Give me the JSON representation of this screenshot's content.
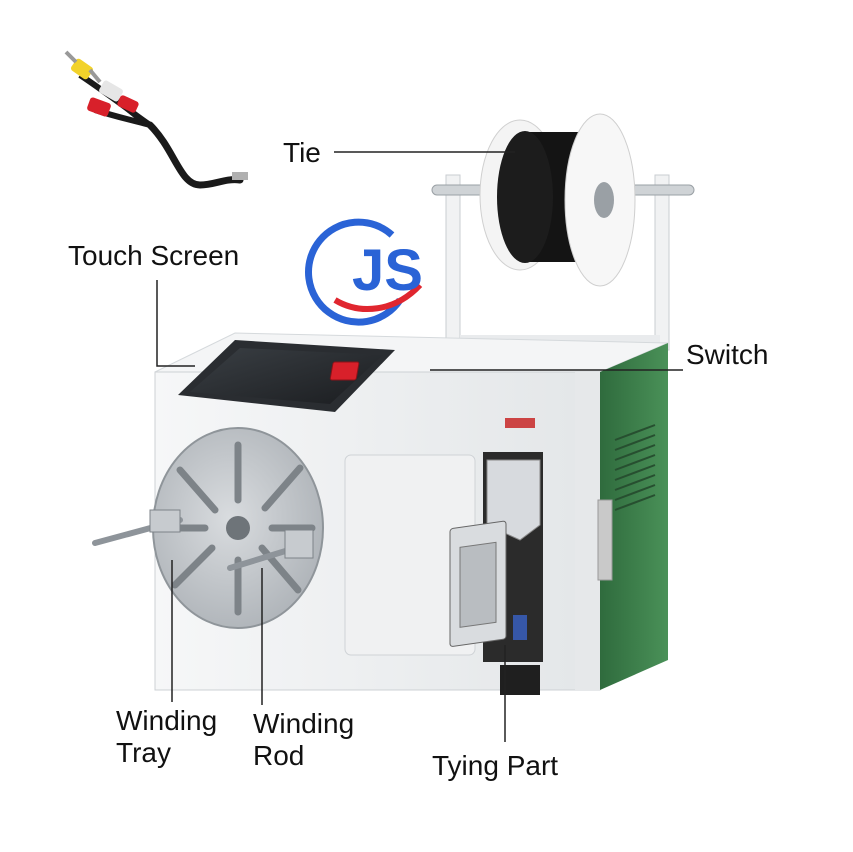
{
  "labels": {
    "tie": "Tie",
    "touch_screen": "Touch Screen",
    "switch": "Switch",
    "winding_tray_line1": "Winding",
    "winding_tray_line2": "Tray",
    "winding_rod_line1": "Winding",
    "winding_rod_line2": "Rod",
    "tying_part": "Tying Part"
  },
  "logo_text": "JS",
  "colors": {
    "machine_body": "#eef0f1",
    "side_panel": "#3b7d4a",
    "screen": "#232629",
    "switch": "#d8202a",
    "logo_blue": "#2a63d6",
    "logo_red": "#e0262f",
    "spool_wire": "#151515",
    "leader_line": "#222222"
  },
  "icons": [
    "av-cable-icon",
    "wire-spool-icon",
    "js-logo-icon",
    "rocker-switch-icon",
    "winding-tray-icon",
    "tying-head-icon"
  ]
}
